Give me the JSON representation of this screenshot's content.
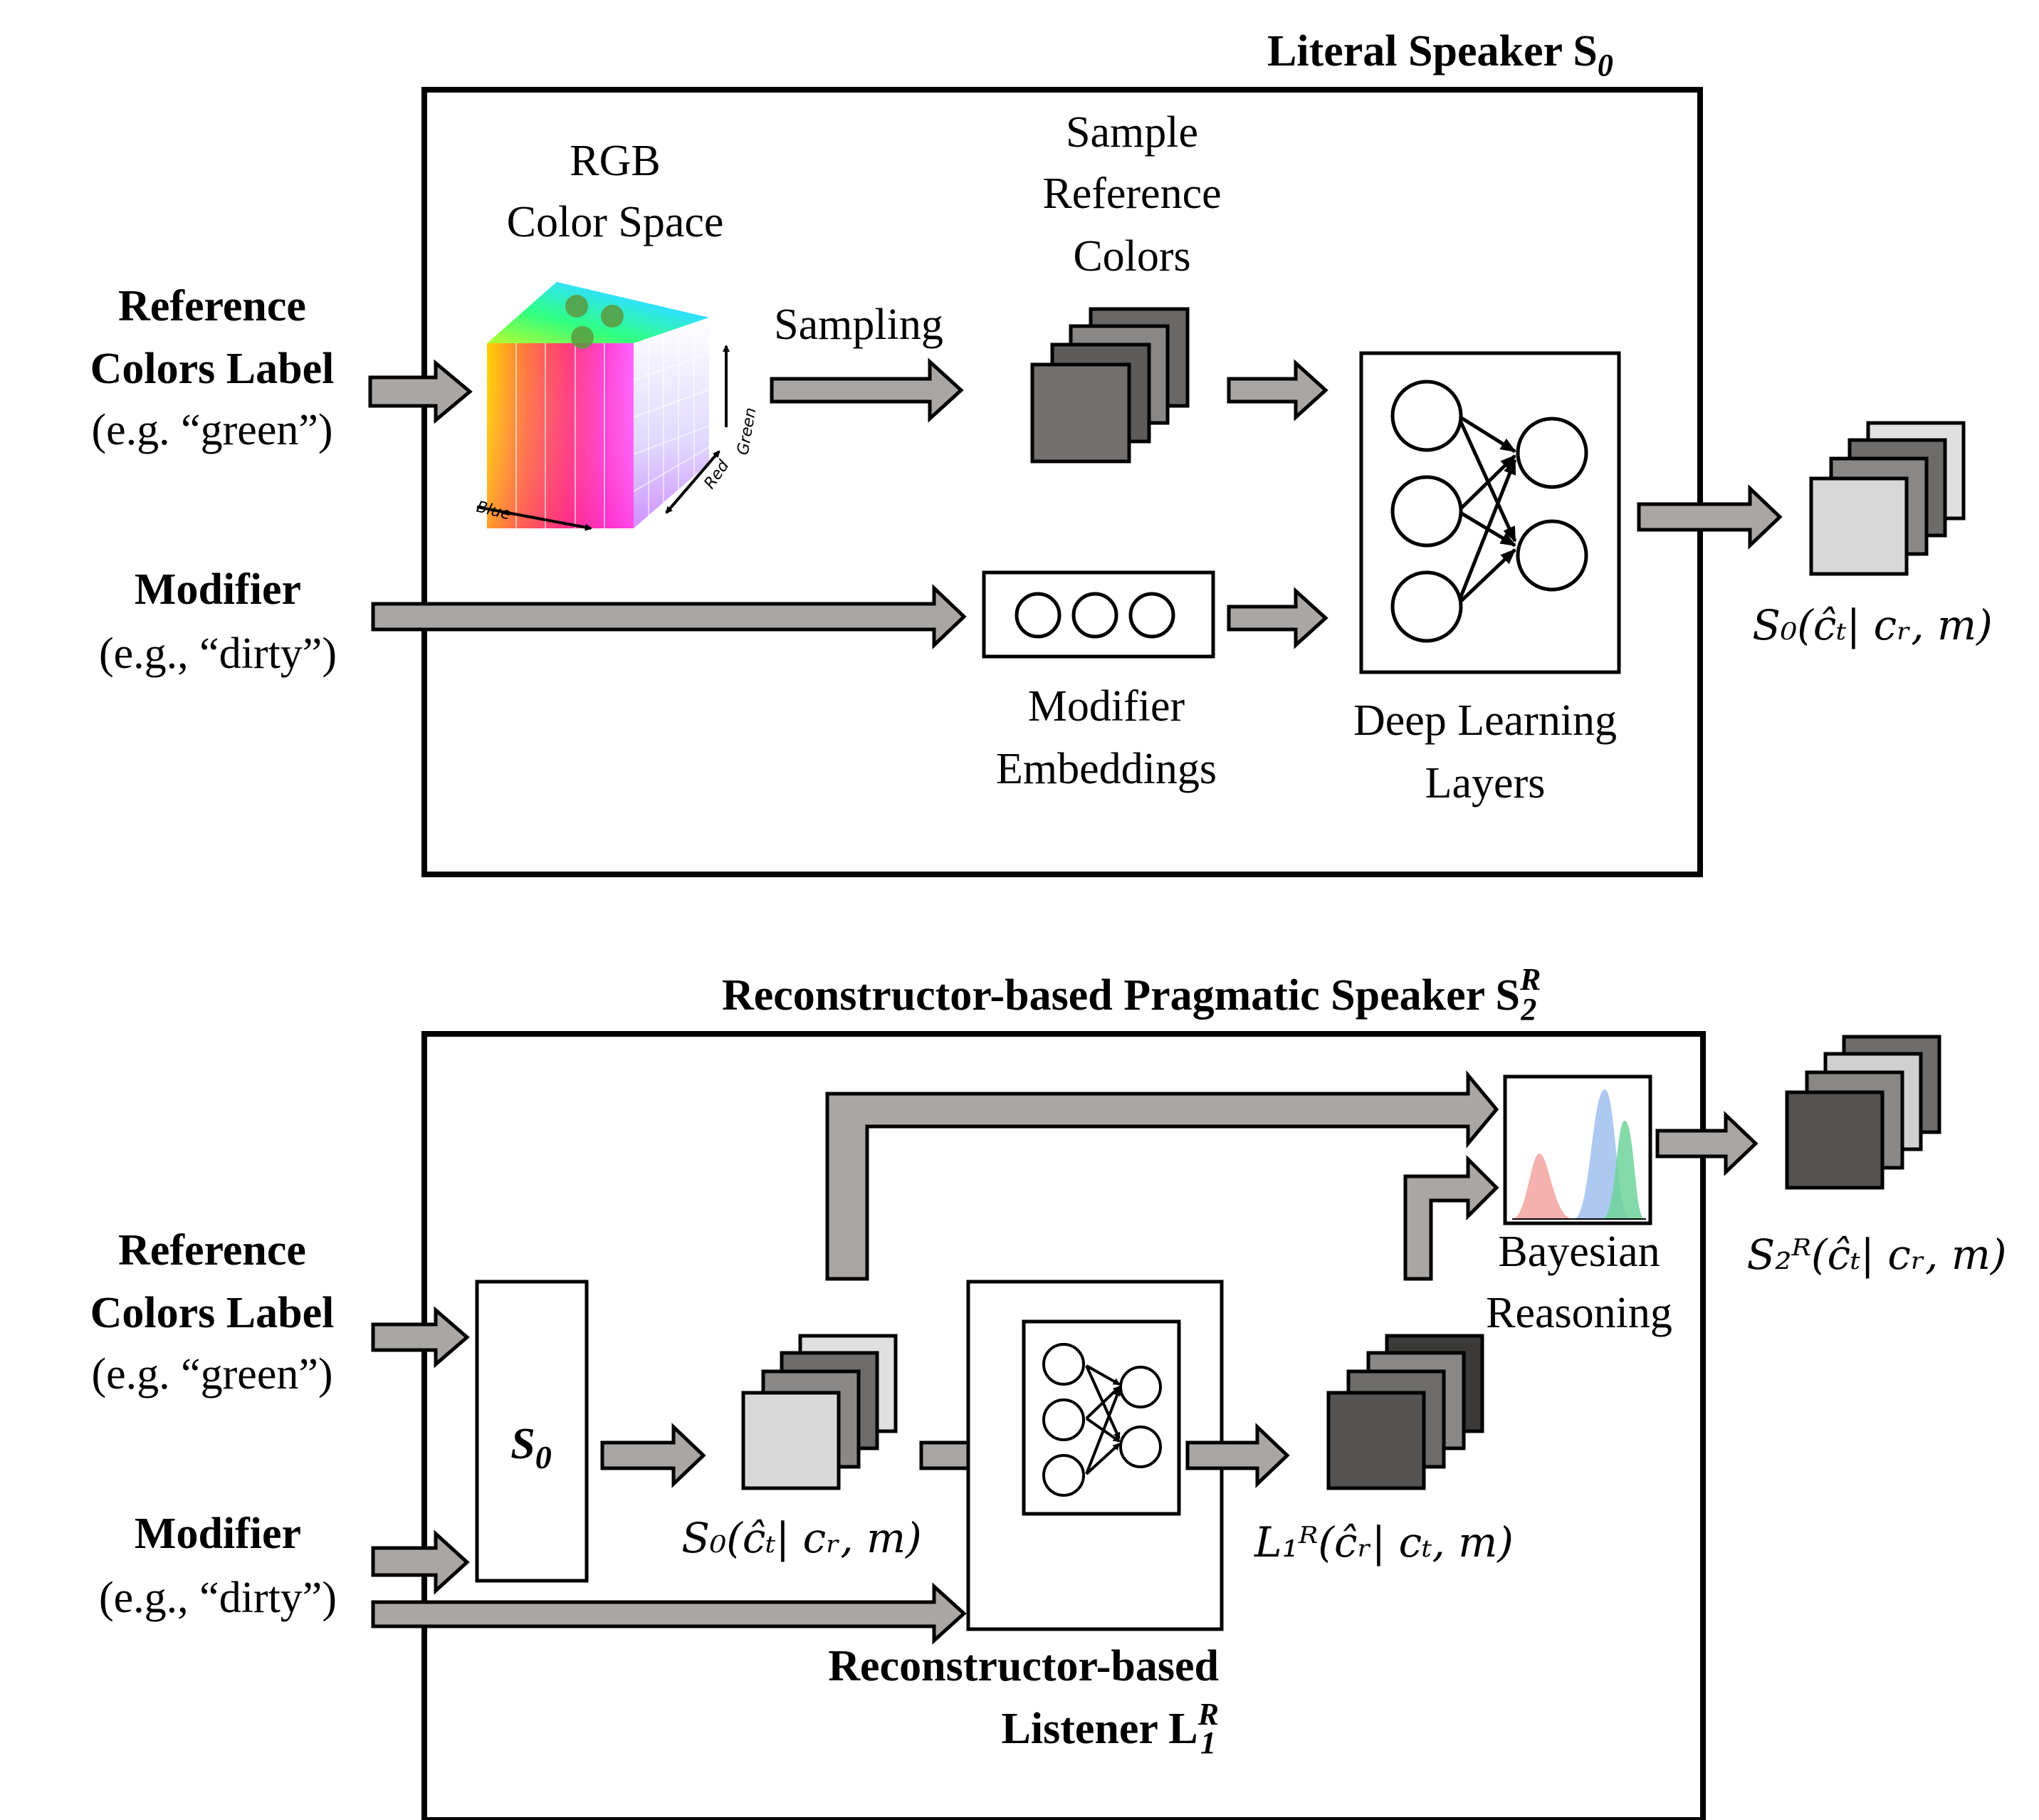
{
  "top_panel": {
    "title": "Literal Speaker S",
    "title_sub": "0",
    "inputs": {
      "ref_label_line1": "Reference",
      "ref_label_line2": "Colors Label",
      "ref_label_example": "(e.g. “green”)",
      "modifier_line1": "Modifier",
      "modifier_example": "(e.g., “dirty”)"
    },
    "rgb_label_line1": "RGB",
    "rgb_label_line2": "Color Space",
    "axis_labels": {
      "blue": "Blue",
      "red": "Red",
      "green": "Green"
    },
    "sampling_label": "Sampling",
    "sample_label_line1": "Sample",
    "sample_label_line2": "Reference",
    "sample_label_line3": "Colors",
    "embeddings_label_line1": "Modifier",
    "embeddings_label_line2": "Embeddings",
    "dl_label_line1": "Deep Learning",
    "dl_label_line2": "Layers",
    "output_label": "S₀(ĉₜ| cᵣ, m)"
  },
  "bottom_panel": {
    "title": "Reconstructor-based Pragmatic Speaker S",
    "title_sup": "R",
    "title_sub": "2",
    "inputs": {
      "ref_label_line1": "Reference",
      "ref_label_line2": "Colors Label",
      "ref_label_example": "(e.g. “green”)",
      "modifier_line1": "Modifier",
      "modifier_example": "(e.g., “dirty”)"
    },
    "s0_box_label": "S",
    "s0_box_sub": "0",
    "s0_output_label": "S₀(ĉₜ| cᵣ, m)",
    "listener_label_line1": "Reconstructor-based",
    "listener_label_line2": "Listener L",
    "listener_sup": "R",
    "listener_sub": "1",
    "l1_output_label": "L₁ᴿ(ĉᵣ| cₜ, m)",
    "bayes_label_line1": "Bayesian",
    "bayes_label_line2": "Reasoning",
    "output_label": "S₂ᴿ(ĉₜ| cᵣ, m)"
  },
  "colors": {
    "arrow_fill": "#a9a6a4",
    "frame": "#000000",
    "gauss_red": "#f3a39f",
    "gauss_blue": "#9fbff0",
    "gauss_green": "#6fd49a"
  }
}
